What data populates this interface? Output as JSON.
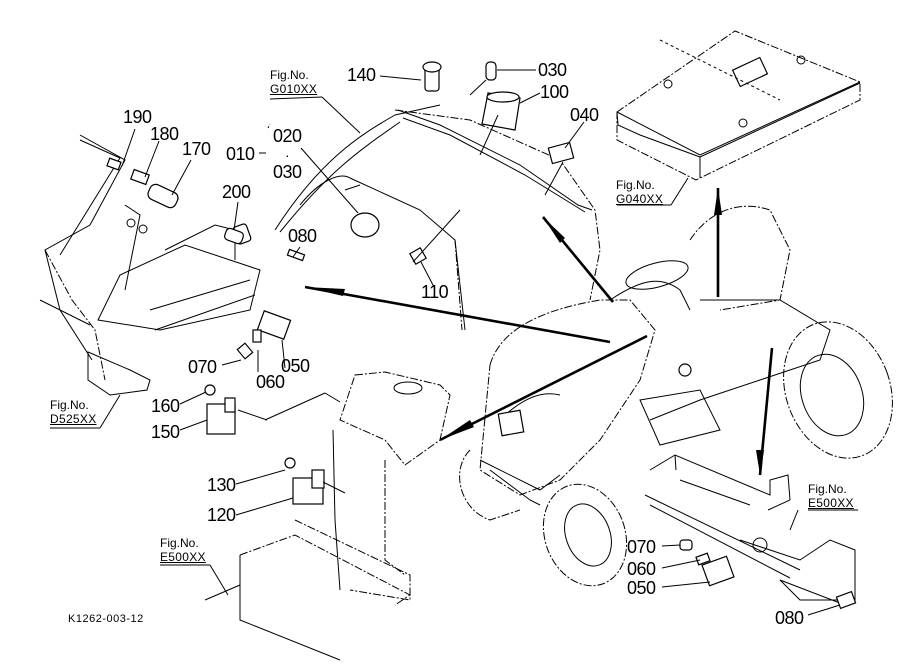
{
  "diagram": {
    "title": "Electrical parts exploded view - riding tractor",
    "image_code": "K1262-003-12",
    "fig_prefix": "Fig.No.",
    "figure_refs": [
      {
        "id": "g010",
        "code": "G010XX"
      },
      {
        "id": "g040",
        "code": "G040XX"
      },
      {
        "id": "d525",
        "code": "D525XX"
      },
      {
        "id": "e500a",
        "code": "E500XX"
      },
      {
        "id": "e500b",
        "code": "E500XX"
      }
    ],
    "part_labels": {
      "p140": "140",
      "p030a": "030",
      "p100": "100",
      "p040": "040",
      "p190": "190",
      "p180": "180",
      "p170": "170",
      "p010": "010",
      "p020": "020",
      "p030b": "030",
      "p200": "200",
      "p080a": "080",
      "p110": "110",
      "p070a": "070",
      "p060a": "060",
      "p050a": "050",
      "p160": "160",
      "p150": "150",
      "p130": "130",
      "p120": "120",
      "p070b": "070",
      "p060b": "060",
      "p050b": "050",
      "p080b": "080"
    },
    "group_dot": "·"
  }
}
